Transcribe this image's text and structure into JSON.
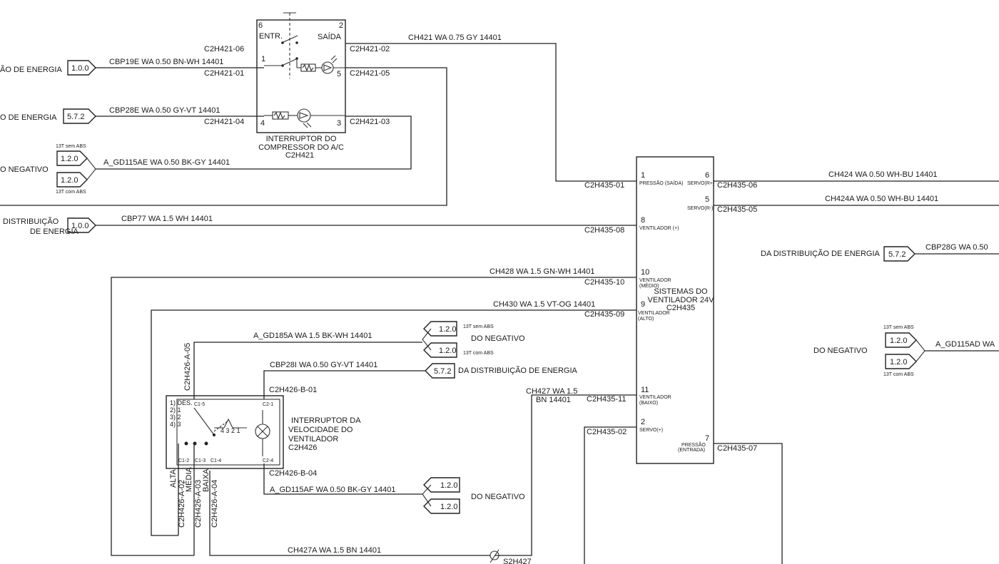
{
  "c2h421": {
    "pin6": "6",
    "pin2": "2",
    "pin1": "1",
    "pin5": "5",
    "pin4": "4",
    "pin3": "3",
    "entr": "ENTR.",
    "saida": "SAÍDA",
    "title1": "INTERRUPTOR DO",
    "title2": "COMPRESSOR DO A/C",
    "title3": "C2H421",
    "conn06": "C2H421-06",
    "conn01": "C2H421-01",
    "conn04": "C2H421-04",
    "conn02": "C2H421-02",
    "conn05": "C2H421-05",
    "conn03": "C2H421-03"
  },
  "left_labels": {
    "energia1": "ÃO DE ENERGIA",
    "energia2": "O DE ENERGIA",
    "negativo": "O NEGATIVO",
    "distrib1": "DISTRIBUIÇÃO",
    "distrib2": "DE ENERGIA"
  },
  "refs": {
    "r100a": "1.0.0",
    "r572a": "5.7.2",
    "r120a": "1.2.0",
    "r120b": "1.2.0",
    "r100b": "1.0.0",
    "r572b": "5.7.2",
    "r120c": "1.2.0",
    "r120d": "1.2.0",
    "r572c": "5.7.2",
    "r120e": "1.2.0",
    "r120f": "1.2.0",
    "r120g": "1.2.0",
    "r120h": "1.2.0",
    "sem_abs": "13T sem ABS",
    "com_abs": "13T com ABS"
  },
  "wires": {
    "ch421": "CH421   WA   0.75   GY     14401",
    "cbp19e": "CBP19E  WA   0.50    BN-WH   14401",
    "cbp28e": "CBP28E  WA    0.50  GY-VT     14401",
    "gd115ae": "A_GD115AE  WA    0.50     BK-GY     14401",
    "cbp77": "CBP77  WA     1.5       WH            14401",
    "ch424": "CH424   WA    0.50     WH-BU   14401",
    "ch424a": "CH424A   WA    0.50     WH-BU   14401",
    "cbp28g": "CBP28G   WA    0.50",
    "ch428": "CH428   WA      1.5     GN-WH   14401",
    "ch430": "CH430  WA      1.5      VT-OG   14401",
    "gd185a": "A_GD185A WA      1.5     BK-WH    14401",
    "cbp28i": "CBP28I   WA     0.50   GY-VT     14401",
    "ch427a": "CH427  WA      1.5",
    "ch427b": "BN      14401",
    "gd115af": "A_GD115AF WA      0.50    BK-GY       14401",
    "ch427wa": "CH427A WA      1.5       BN     14401",
    "gd115ad": "A_GD115AD   WA"
  },
  "c2h435": {
    "title1": "SISTEMAS DO",
    "title2": "VENTILADOR 24V",
    "title3": "C2H435",
    "p1": "1",
    "p6": "6",
    "p5": "5",
    "p8": "8",
    "p10": "10",
    "p9": "9",
    "p11": "11",
    "p2": "2",
    "p7": "7",
    "l1": "PRESSÃO (SAÍDA)",
    "l6": "SERVO(R+)",
    "l5": "SERVO(R-)",
    "l8": "VENTILADOR (+)",
    "l10a": "VENTILADOR",
    "l10b": "(MÉDIO)",
    "l9a": "VENTILADOR",
    "l9b": "(ALTO)",
    "l11a": "VENTILADOR",
    "l11b": "(BAIXO)",
    "l2": "SERVO(+)",
    "l7a": "PRESSÃO",
    "l7b": "(ENTRADA)",
    "c01": "C2H435-01",
    "c06": "C2H435-06",
    "c05": "C2H435-05",
    "c08": "C2H435-08",
    "c10": "C2H435-10",
    "c09": "C2H435-09",
    "c11": "C2H435-11",
    "c02": "C2H435-02",
    "c07": "C2H435-07"
  },
  "c2h426": {
    "title1": "INTERRUPTOR DA",
    "title2": "VELOCIDADE DO",
    "title3": "VENTILADOR",
    "title4": "C2H426",
    "b01": "C2H426-B-01",
    "b04": "C2H426-B-04",
    "a05": "C2H426-A-05",
    "a02": "C2H426-A-02",
    "a03": "C2H426-A-03",
    "a04": "C2H426-A-04",
    "opt1": "1) DES.",
    "opt2": "2) 1",
    "opt3": "3) 2",
    "opt4": "4) 3",
    "c15": "C1-5",
    "c21": "C2-1",
    "c12": "C1-2",
    "c13": "C1-3",
    "c14": "C1-4",
    "c24": "C2-4",
    "alta": "ALTA",
    "media": "MÉDIA",
    "baixa": "BAIXA",
    "pos": "4 3 2 1"
  },
  "right_labels": {
    "da_distrib": "DA DISTRIBUIÇÃO DE ENERGIA",
    "do_negativo": "DO NEGATIVO",
    "do_negativo2": "DO NEGATIVO",
    "da_distrib2": "DA DISTRIBUIÇÃO DE ENERGIA",
    "do_negativo3": "DO NEGATIVO"
  },
  "s2h427": "S2H427"
}
